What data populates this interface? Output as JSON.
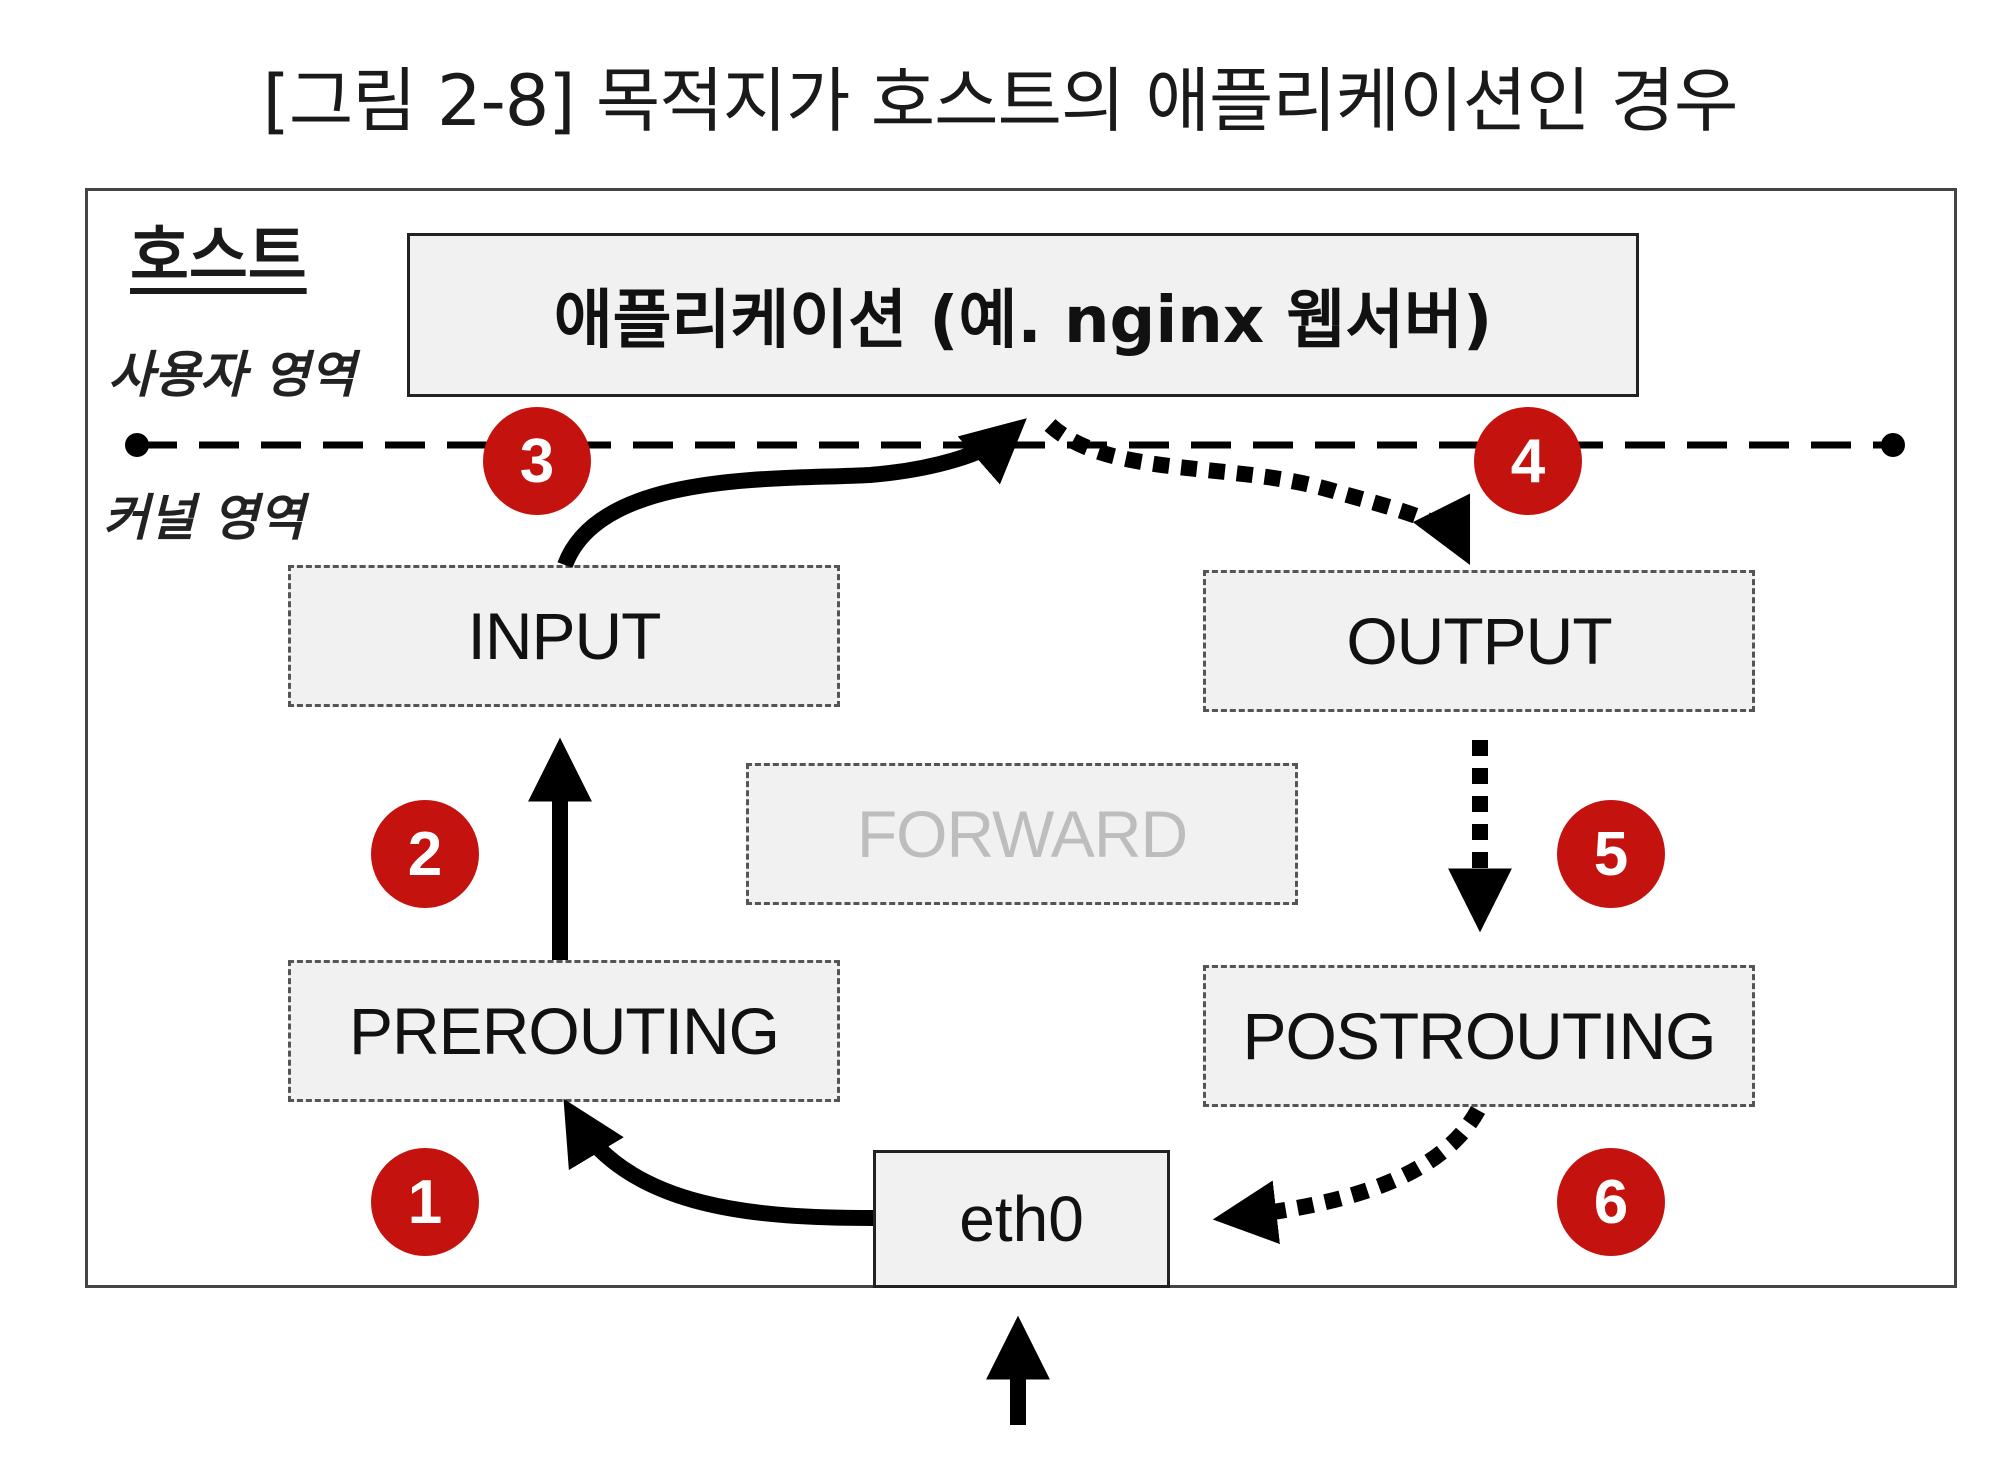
{
  "figure": {
    "title": "[그림 2-8] 목적지가 호스트의 애플리케이션인 경우"
  },
  "host": {
    "label": "호스트",
    "user_space_label": "사용자 영역",
    "kernel_space_label": "커널 영역"
  },
  "application": {
    "label": "애플리케이션 (예. nginx 웹서버)"
  },
  "chains": {
    "input": "INPUT",
    "output": "OUTPUT",
    "forward": "FORWARD",
    "prerouting": "PREROUTING",
    "postrouting": "POSTROUTING"
  },
  "interface": {
    "label": "eth0"
  },
  "steps": [
    "1",
    "2",
    "3",
    "4",
    "5",
    "6"
  ],
  "colors": {
    "badge": "#c4120f",
    "box_fill": "#f1f1f1",
    "muted_text": "#bdbdbd"
  }
}
